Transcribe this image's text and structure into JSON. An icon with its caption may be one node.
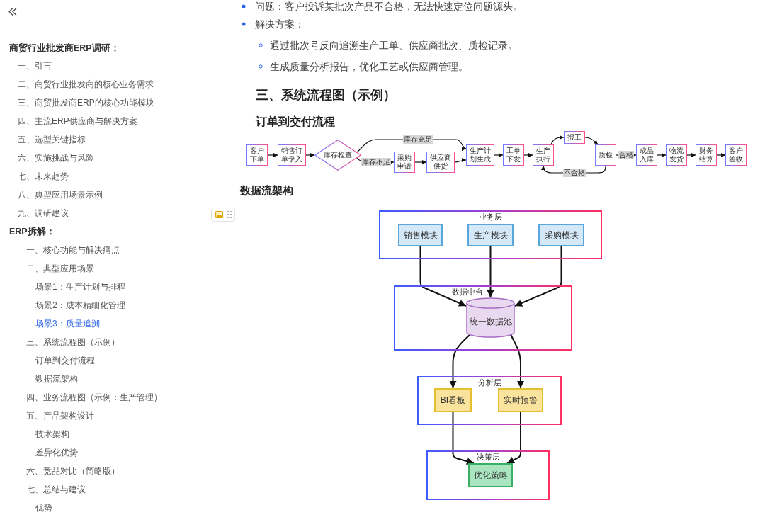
{
  "diagram": {
    "nodes": [
      {
        "text": [
          "客户下单"
        ]
      },
      {
        "text": [
          "销售订单录入"
        ]
      },
      {
        "text": [
          "库存检查"
        ]
      },
      {
        "text": [
          "采购申请"
        ]
      },
      {
        "text": [
          "供应商供货"
        ]
      },
      {
        "text": [
          "生产计划生成"
        ]
      },
      {
        "text": [
          "工单下发"
        ]
      },
      {
        "text": [
          "生产执行"
        ]
      },
      {
        "text": [
          "报工"
        ]
      },
      {
        "text": [
          "质检"
        ]
      },
      {
        "text": [
          "成品入库"
        ]
      },
      {
        "text": [
          "物流发货"
        ]
      },
      {
        "text": [
          "财务结算"
        ]
      },
      {
        "text": [
          "客户签收"
        ]
      },
      {
        "text": [
          "业务层"
        ]
      },
      {
        "text": [
          "销售模块"
        ],
        "in": 14
      },
      {
        "text": [
          "生产模块"
        ],
        "in": 14
      },
      {
        "text": [
          "采购模块"
        ],
        "in": 14
      },
      {
        "text": [
          "数据中台"
        ]
      },
      {
        "text": [
          "统一数据池"
        ],
        "in": 18
      },
      {
        "text": [
          "分析层"
        ]
      },
      {
        "text": [
          "BI看板"
        ],
        "in": 20
      },
      {
        "text": [
          "实时预警"
        ],
        "in": 20
      },
      {
        "text": [
          "决策层"
        ]
      },
      {
        "text": [
          "优化策略"
        ],
        "in": 23
      }
    ],
    "edges": [
      {
        "from": 0,
        "to": 1,
        "arrow": "to"
      },
      {
        "from": 1,
        "to": 2,
        "arrow": "to"
      },
      {
        "from": 2,
        "to": 5,
        "arrow": "to",
        "label": "库存充足"
      },
      {
        "from": 2,
        "to": 3,
        "arrow": "to",
        "label": "库存不足"
      },
      {
        "from": 3,
        "to": 4,
        "arrow": "to"
      },
      {
        "from": 4,
        "to": 5,
        "arrow": "to"
      },
      {
        "from": 5,
        "to": 6,
        "arrow": "to"
      },
      {
        "from": 6,
        "to": 7,
        "arrow": "to"
      },
      {
        "from": 7,
        "to": 8,
        "arrow": "to"
      },
      {
        "from": 8,
        "to": 9,
        "arrow": "to"
      },
      {
        "from": 9,
        "to": 10,
        "arrow": "to",
        "label": "合格"
      },
      {
        "from": 9,
        "to": 7,
        "arrow": "to",
        "label": "不合格"
      },
      {
        "from": 10,
        "to": 11,
        "arrow": "to"
      },
      {
        "from": 11,
        "to": 12,
        "arrow": "to"
      },
      {
        "from": 12,
        "to": 13,
        "arrow": "to"
      },
      {
        "from": 15,
        "to": 19,
        "arrow": "to"
      },
      {
        "from": 16,
        "to": 19,
        "arrow": "to"
      },
      {
        "from": 17,
        "to": 19,
        "arrow": "to"
      },
      {
        "from": 19,
        "to": 21,
        "arrow": "to"
      },
      {
        "from": 19,
        "to": 22,
        "arrow": "to"
      },
      {
        "from": 21,
        "to": 24,
        "arrow": "to"
      },
      {
        "from": 22,
        "to": 24,
        "arrow": "to"
      }
    ],
    "labels": [
      "商贸行业批发商ERP调研：",
      "一、引言",
      "二、商贸行业批发商的核心业务需求",
      "三、商贸批发商ERP的核心功能模块",
      "四、主流ERP供应商与解决方案",
      "五、选型关键指标",
      "六、实施挑战与风险",
      "七、未来趋势",
      "八、典型应用场景示例",
      "九、调研建议",
      "ERP拆解：",
      "一、核心功能与解决痛点",
      "二、典型应用场景",
      "场景1：生产计划与排程",
      "场景2：成本精细化管理",
      "场景3：质量追溯",
      "三、系统流程图（示例）",
      "订单到交付流程",
      "数据流架构",
      "四、业务流程图（示例：生产管理）",
      "五、产品架构设计",
      "技术架构",
      "差异化优势",
      "六、竞品对比（简略版）",
      "七、总结与建议",
      "优势",
      "问题：客户投诉某批次产品不合格，无法快速定位问题源头。",
      "解决方案：",
      "通过批次号反向追溯生产工单、供应商批次、质检记录。",
      "生成质量分析报告，优化工艺或供应商管理。",
      "三、系统流程图（示例）",
      "订单到交付流程",
      "数据流架构"
    ]
  }
}
